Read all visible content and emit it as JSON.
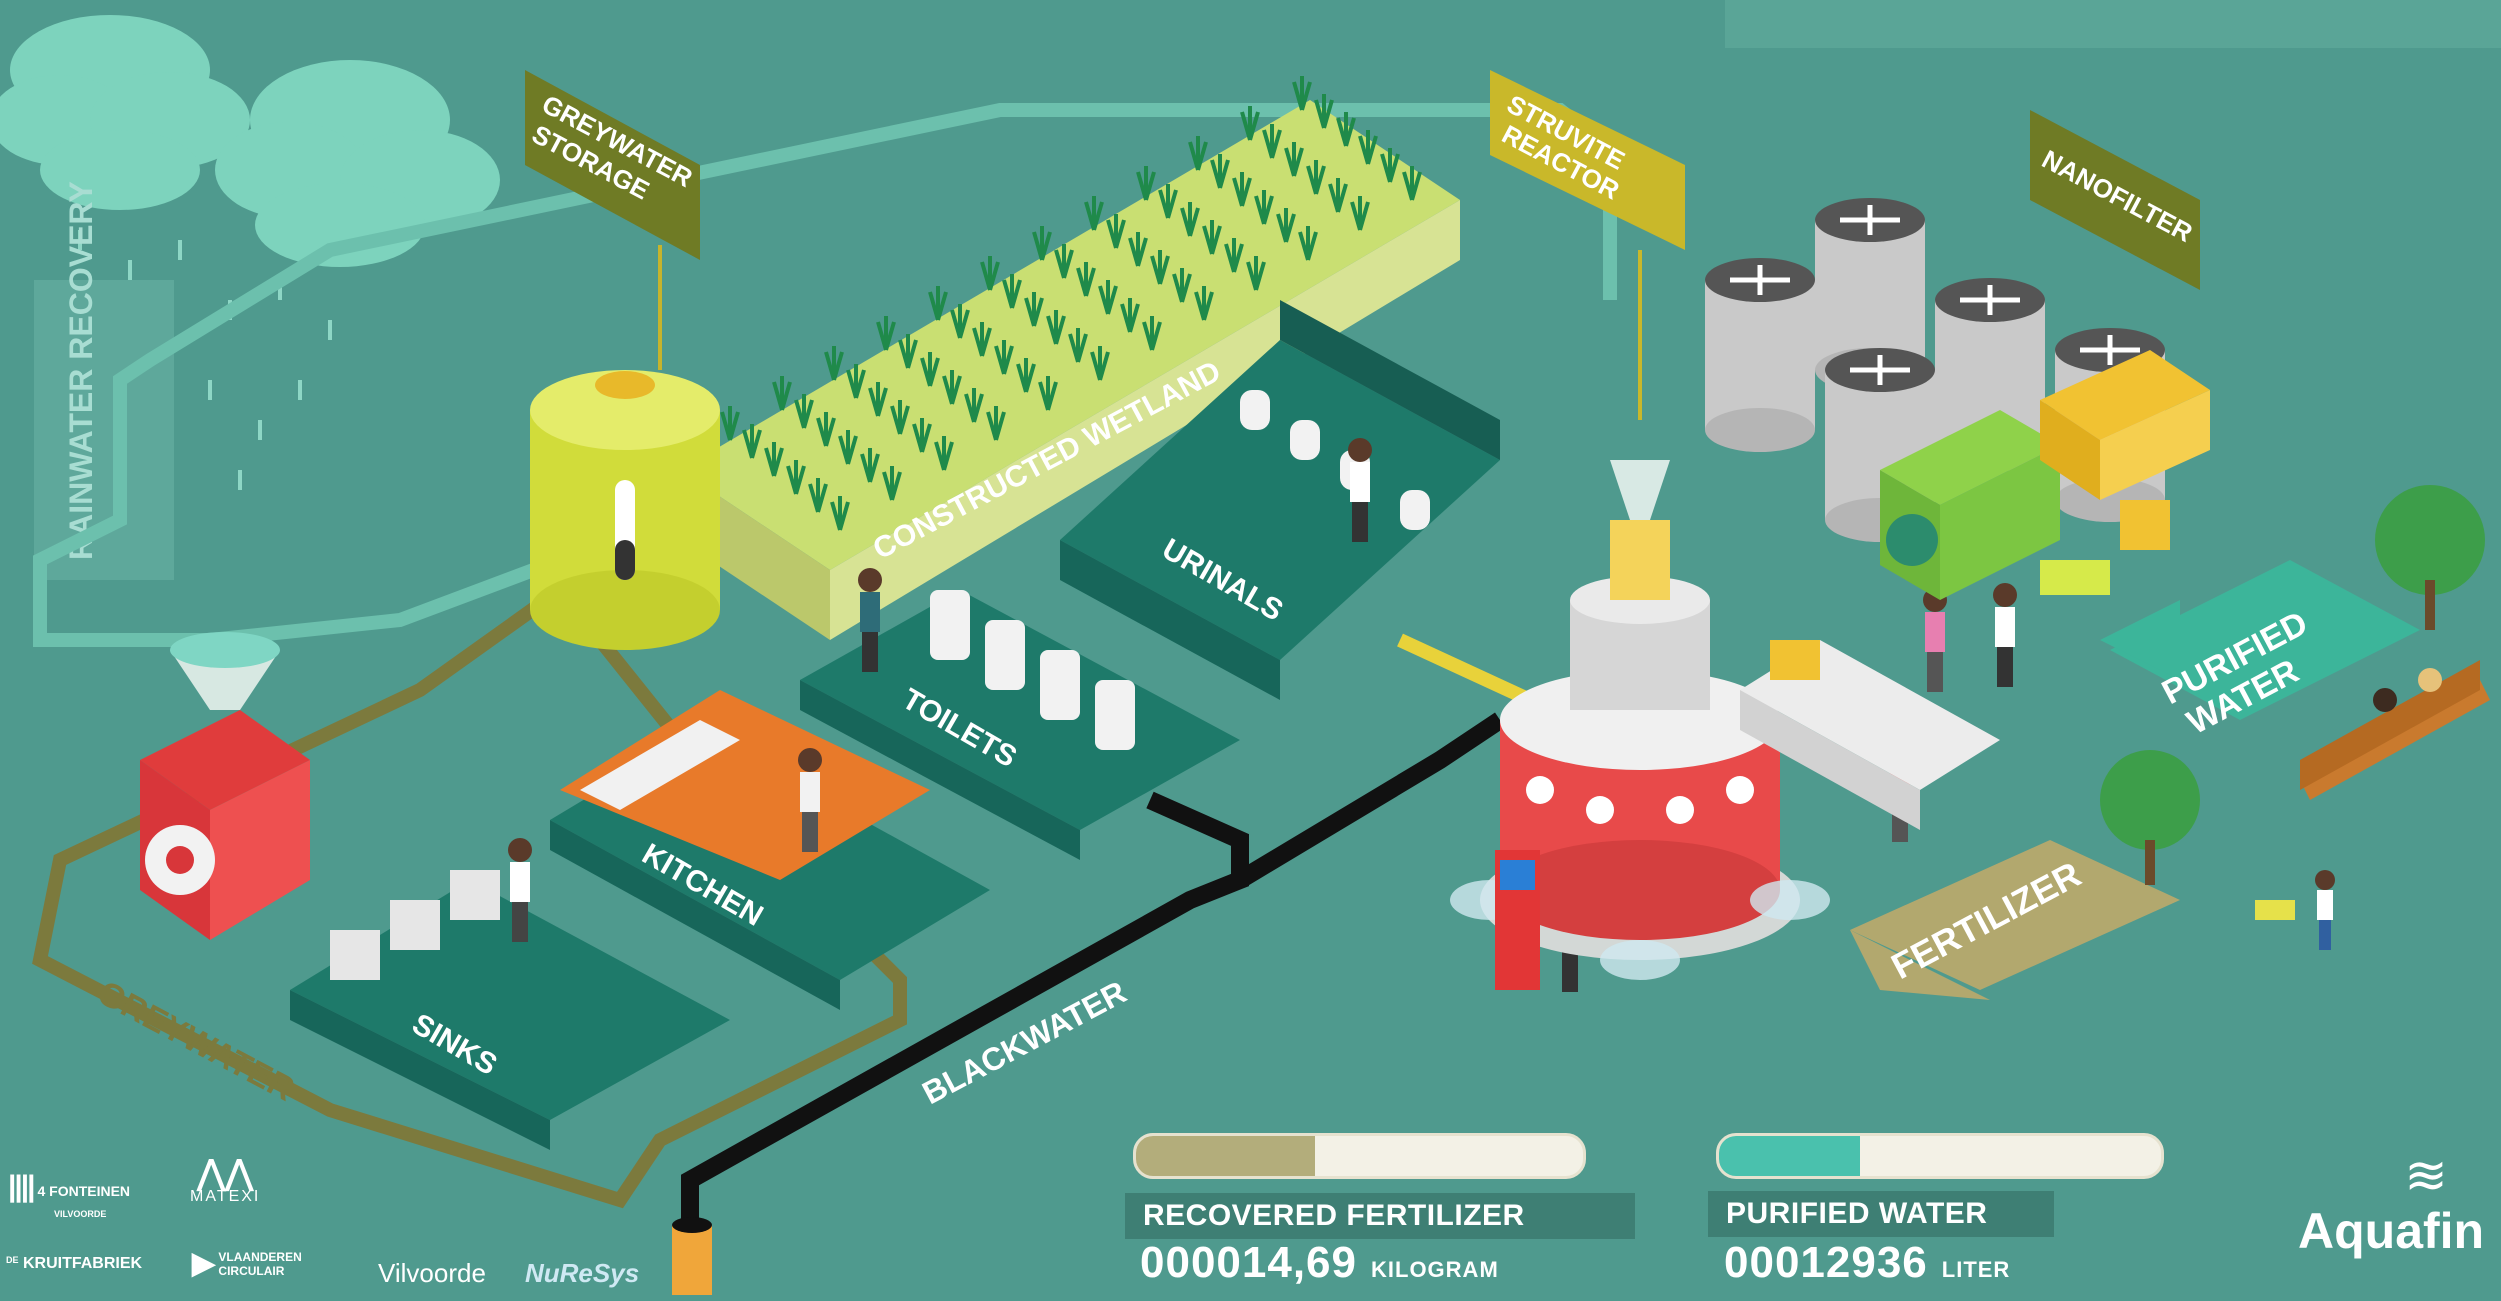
{
  "labels": {
    "rainwater_recovery": "RAINWATER RECOVERY",
    "greywater_storage_line1": "GREYWATER",
    "greywater_storage_line2": "STORAGE",
    "struvite_reactor_line1": "STRUVITE",
    "struvite_reactor_line2": "REACTOR",
    "nanofilter": "NANOFILTER",
    "constructed_wetland": "CONSTRUCTED WETLAND",
    "urinals": "URINALS",
    "toilets": "TOILETS",
    "kitchen": "KITCHEN",
    "sinks": "SINKS",
    "greywater": "GREYWATER",
    "blackwater": "BLACKWATER",
    "purified_water_line1": "PURIFIED",
    "purified_water_line2": "WATER",
    "fertilizer": "FERTILIZER"
  },
  "counters": {
    "fertilizer": {
      "caption": "RECOVERED FERTILIZER",
      "value": "000014,69",
      "unit": "KILOGRAM",
      "fill_fraction": 0.4
    },
    "water": {
      "caption": "PURIFIED WATER",
      "value": "00012936",
      "unit": "LITER",
      "fill_fraction": 0.32
    }
  },
  "logos": {
    "fonteinen": "4 FONTEINEN",
    "fonteinen_sub": "VILVOORDE",
    "matexi": "MATEXI",
    "kruitfabriek_prefix": "DE",
    "kruitfabriek": "KRUITFABRIEK",
    "vlaanderen_line1": "VLAANDEREN",
    "vlaanderen_line2": "CIRCULAIR",
    "vilvoorde": "Vilvoorde",
    "nuresys": "NuReSys",
    "aquafin": "Aquafin"
  },
  "colors": {
    "background": "#4f9a8e",
    "platform": "#1e7a6a",
    "greywater_pipe": "#7c7a3d",
    "blackwater_pipe": "#111111",
    "sign_olive": "#6f7b25",
    "sign_yellow": "#c9b82a",
    "fertilizer_fill": "#b3ad7b",
    "water_fill": "#4ac1ad"
  }
}
